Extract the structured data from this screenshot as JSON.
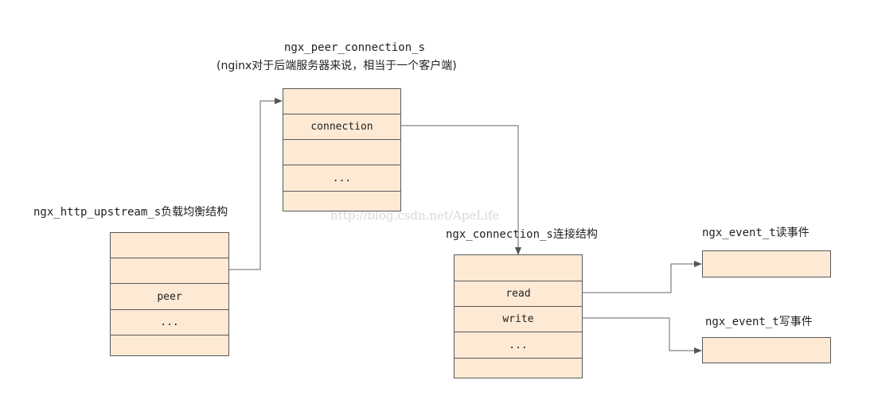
{
  "peer_connection": {
    "title": "ngx_peer_connection_s",
    "subtitle": "(nginx对于后端服务器来说，相当于一个客户端)",
    "fields": [
      "",
      "connection",
      "",
      "..."
    ]
  },
  "upstream": {
    "title": "ngx_http_upstream_s负载均衡结构",
    "fields": [
      "",
      "",
      "peer",
      "...",
      ""
    ]
  },
  "connection": {
    "title": "ngx_connection_s连接结构",
    "fields": [
      "",
      "read",
      "write",
      "...",
      ""
    ]
  },
  "event_read": {
    "title": "ngx_event_t读事件"
  },
  "event_write": {
    "title": "ngx_event_t写事件"
  },
  "watermark": "http://blog.csdn.net/ApeLife"
}
